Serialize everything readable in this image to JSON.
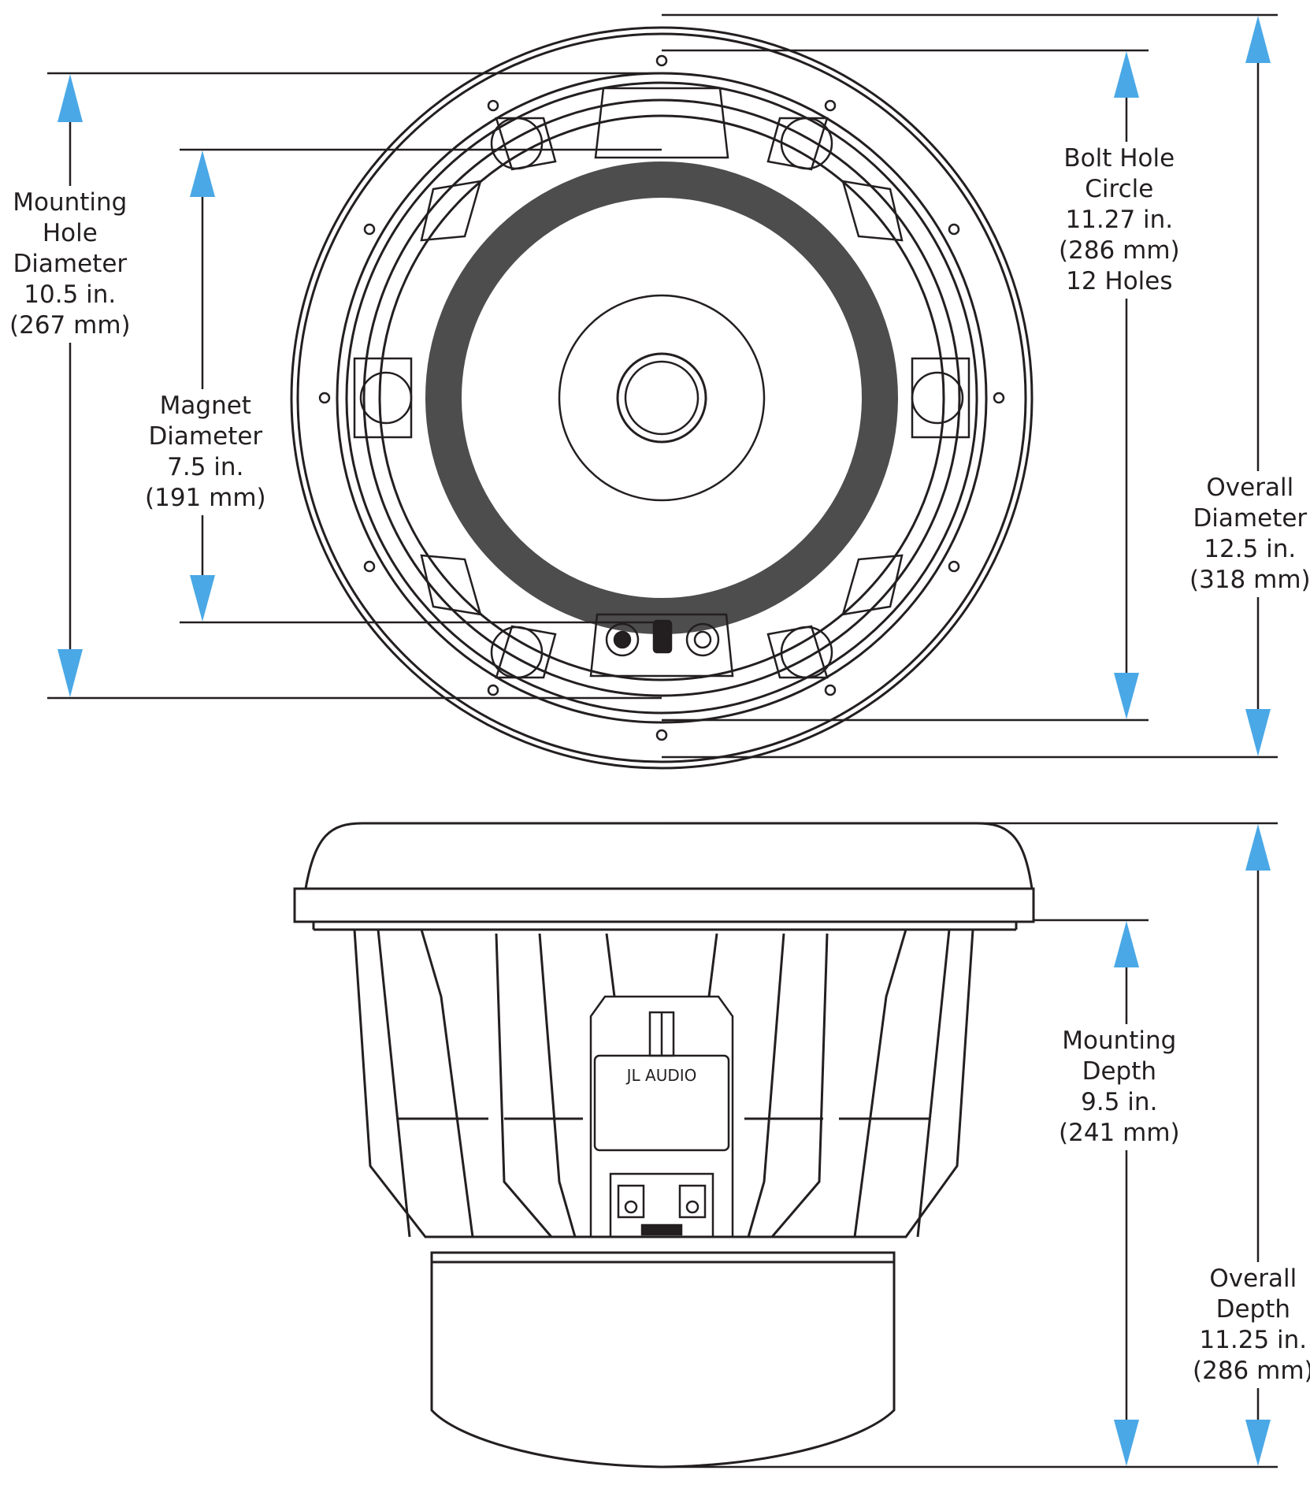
{
  "colors": {
    "line": "#231f20",
    "arrow": "#4aa8e6",
    "fill_dark": "#4d4d4d",
    "background": "#ffffff"
  },
  "labels": {
    "mounting_hole_diameter": [
      "Mounting",
      "Hole",
      "Diameter",
      "10.5 in.",
      "(267 mm)"
    ],
    "magnet_diameter": [
      "Magnet",
      "Diameter",
      "7.5 in.",
      "(191 mm)"
    ],
    "bolt_hole_circle": [
      "Bolt Hole",
      "Circle",
      "11.27 in.",
      "(286 mm)",
      "12 Holes"
    ],
    "overall_diameter": [
      "Overall",
      "Diameter",
      "12.5 in.",
      "(318 mm)"
    ],
    "mounting_depth": [
      "Mounting",
      "Depth",
      "9.5 in.",
      "(241 mm)"
    ],
    "overall_depth": [
      "Overall",
      "Depth",
      "11.25 in.",
      "(286 mm)"
    ]
  },
  "brand_text": "JL AUDIO"
}
